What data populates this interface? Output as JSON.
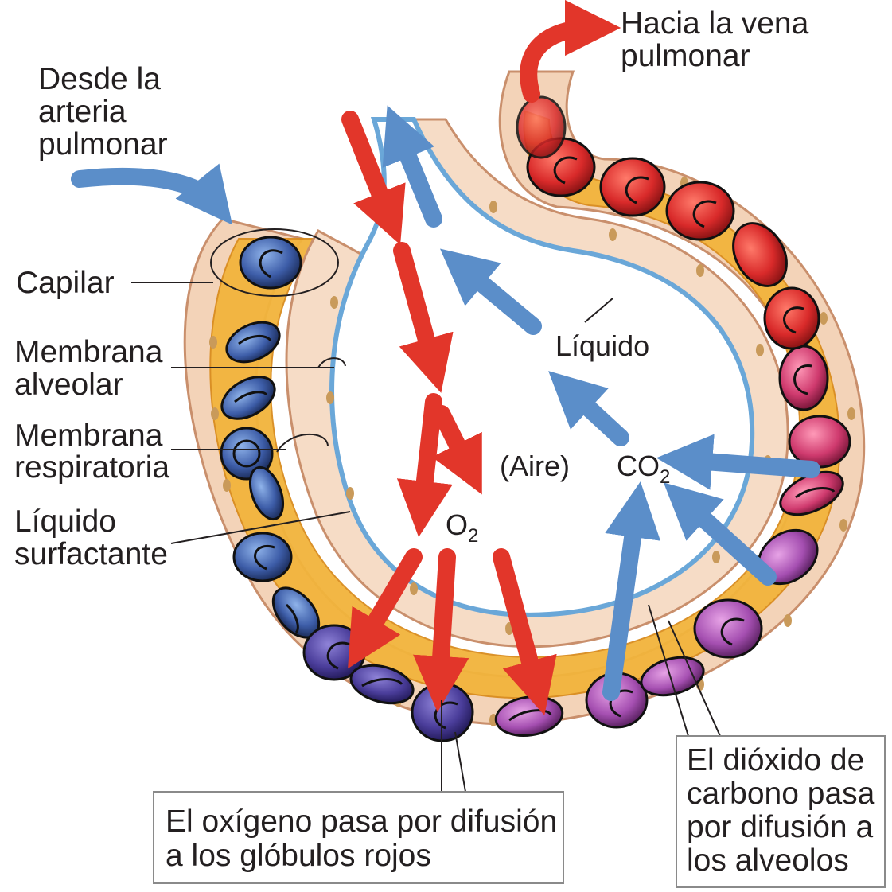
{
  "labels": {
    "from_artery": [
      "Desde la",
      "arteria",
      "pulmonar"
    ],
    "to_vein": [
      "Hacia la vena",
      "pulmonar"
    ],
    "capillary": "Capilar",
    "alveolar_membrane": [
      "Membrana",
      "alveolar"
    ],
    "respiratory_membrane": [
      "Membrana",
      "respiratoria"
    ],
    "surfactant_liquid": [
      "Líquido",
      "surfactante"
    ],
    "liquid": "Líquido",
    "air": "(Aire)",
    "o2": "O",
    "o2_sub": "2",
    "co2": "CO",
    "co2_sub": "2",
    "oxygen_box": [
      "El oxígeno pasa por difusión",
      "a los glóbulos rojos"
    ],
    "co2_box": [
      "El dióxido de",
      "carbono pasa",
      "por difusión a",
      "los alveolos"
    ]
  },
  "colors": {
    "oxygen_arrow": "#e2362a",
    "co2_arrow": "#5b8ec9",
    "tissue": "#f3d3b8",
    "capillary_plasma": "#f2b43c",
    "alveolar_lining": "#6aa7d8",
    "oxygenated_cell": "#d92a2a",
    "deoxygenated_cell": "#3d5da8",
    "mixed_cell": "#9a4fb0"
  },
  "icons": [
    "arrow-icon",
    "red-blood-cell-icon",
    "endothelial-cell-icon"
  ]
}
